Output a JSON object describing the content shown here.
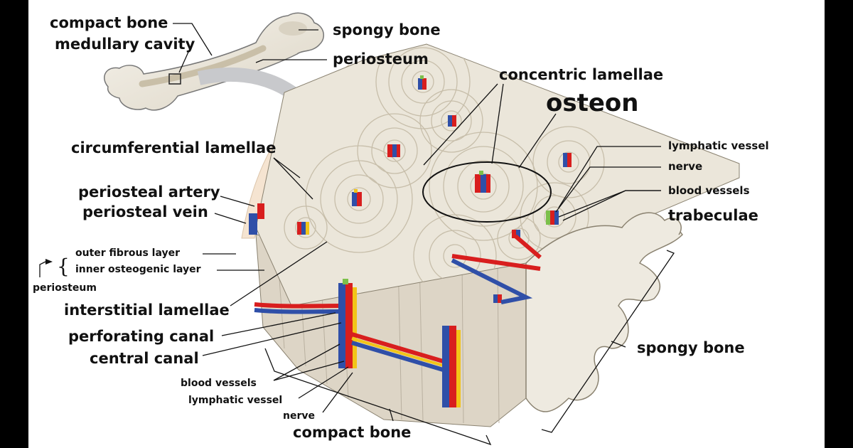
{
  "labels": {
    "compact_bone_top": "compact bone",
    "medullary_cavity": "medullary cavity",
    "spongy_bone_top": "spongy bone",
    "periosteum_top": "periosteum",
    "concentric_lamellae": "concentric lamellae",
    "osteon": "osteon",
    "circumferential_lamellae": "circumferential lamellae",
    "lymphatic_vessel_right": "lymphatic vessel",
    "nerve_right": "nerve",
    "blood_vessels_right": "blood vessels",
    "trabeculae": "trabeculae",
    "periosteal_artery": "periosteal artery",
    "periosteal_vein": "periosteal vein",
    "outer_fibrous_layer": "outer fibrous layer",
    "inner_osteogenic_layer": "inner osteogenic layer",
    "periosteum_left": "periosteum",
    "interstitial_lamellae": "interstitial lamellae",
    "perforating_canal": "perforating canal",
    "central_canal": "central canal",
    "blood_vessels_bottom": "blood vessels",
    "lymphatic_vessel_bottom": "lymphatic vessel",
    "nerve_bottom": "nerve",
    "compact_bone_bottom": "compact bone",
    "spongy_bone_right": "spongy bone"
  },
  "colors": {
    "artery": "#d81e1e",
    "vein": "#2f4fa8",
    "nerve": "#f2c418",
    "lymph": "#7cc04a",
    "bone_matrix": "#e6e0d2",
    "bone_top": "#ece7dc",
    "bone_side": "#ddd5c6",
    "periosteum": "#f3dcc4",
    "spongy": "#eeeae0",
    "arrow": "#c8c9cc"
  }
}
